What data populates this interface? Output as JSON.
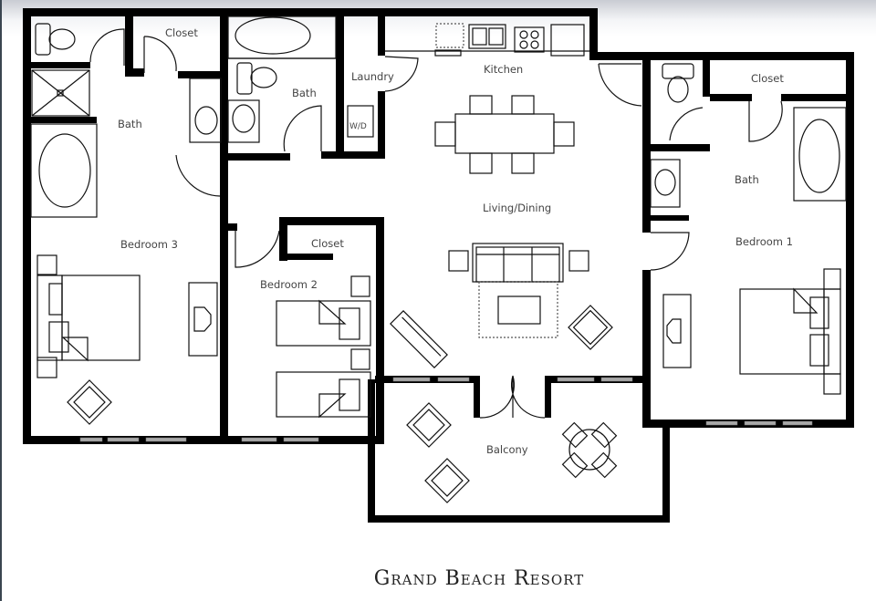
{
  "title": "Grand Beach Resort",
  "rooms": {
    "closet_top_left": "Closet",
    "bath_left": "Bath",
    "bath_middle": "Bath",
    "laundry": "Laundry",
    "washer_dryer": "W/D",
    "kitchen": "Kitchen",
    "closet_right": "Closet",
    "bath_right": "Bath",
    "living_dining": "Living/Dining",
    "bedroom_1": "Bedroom 1",
    "bedroom_2": "Bedroom 2",
    "bedroom_3": "Bedroom 3",
    "closet_bedroom_2": "Closet",
    "balcony": "Balcony"
  },
  "colors": {
    "wall": "#000000",
    "window": "#a8a8a8",
    "label": "#444444",
    "background": "#ffffff"
  }
}
